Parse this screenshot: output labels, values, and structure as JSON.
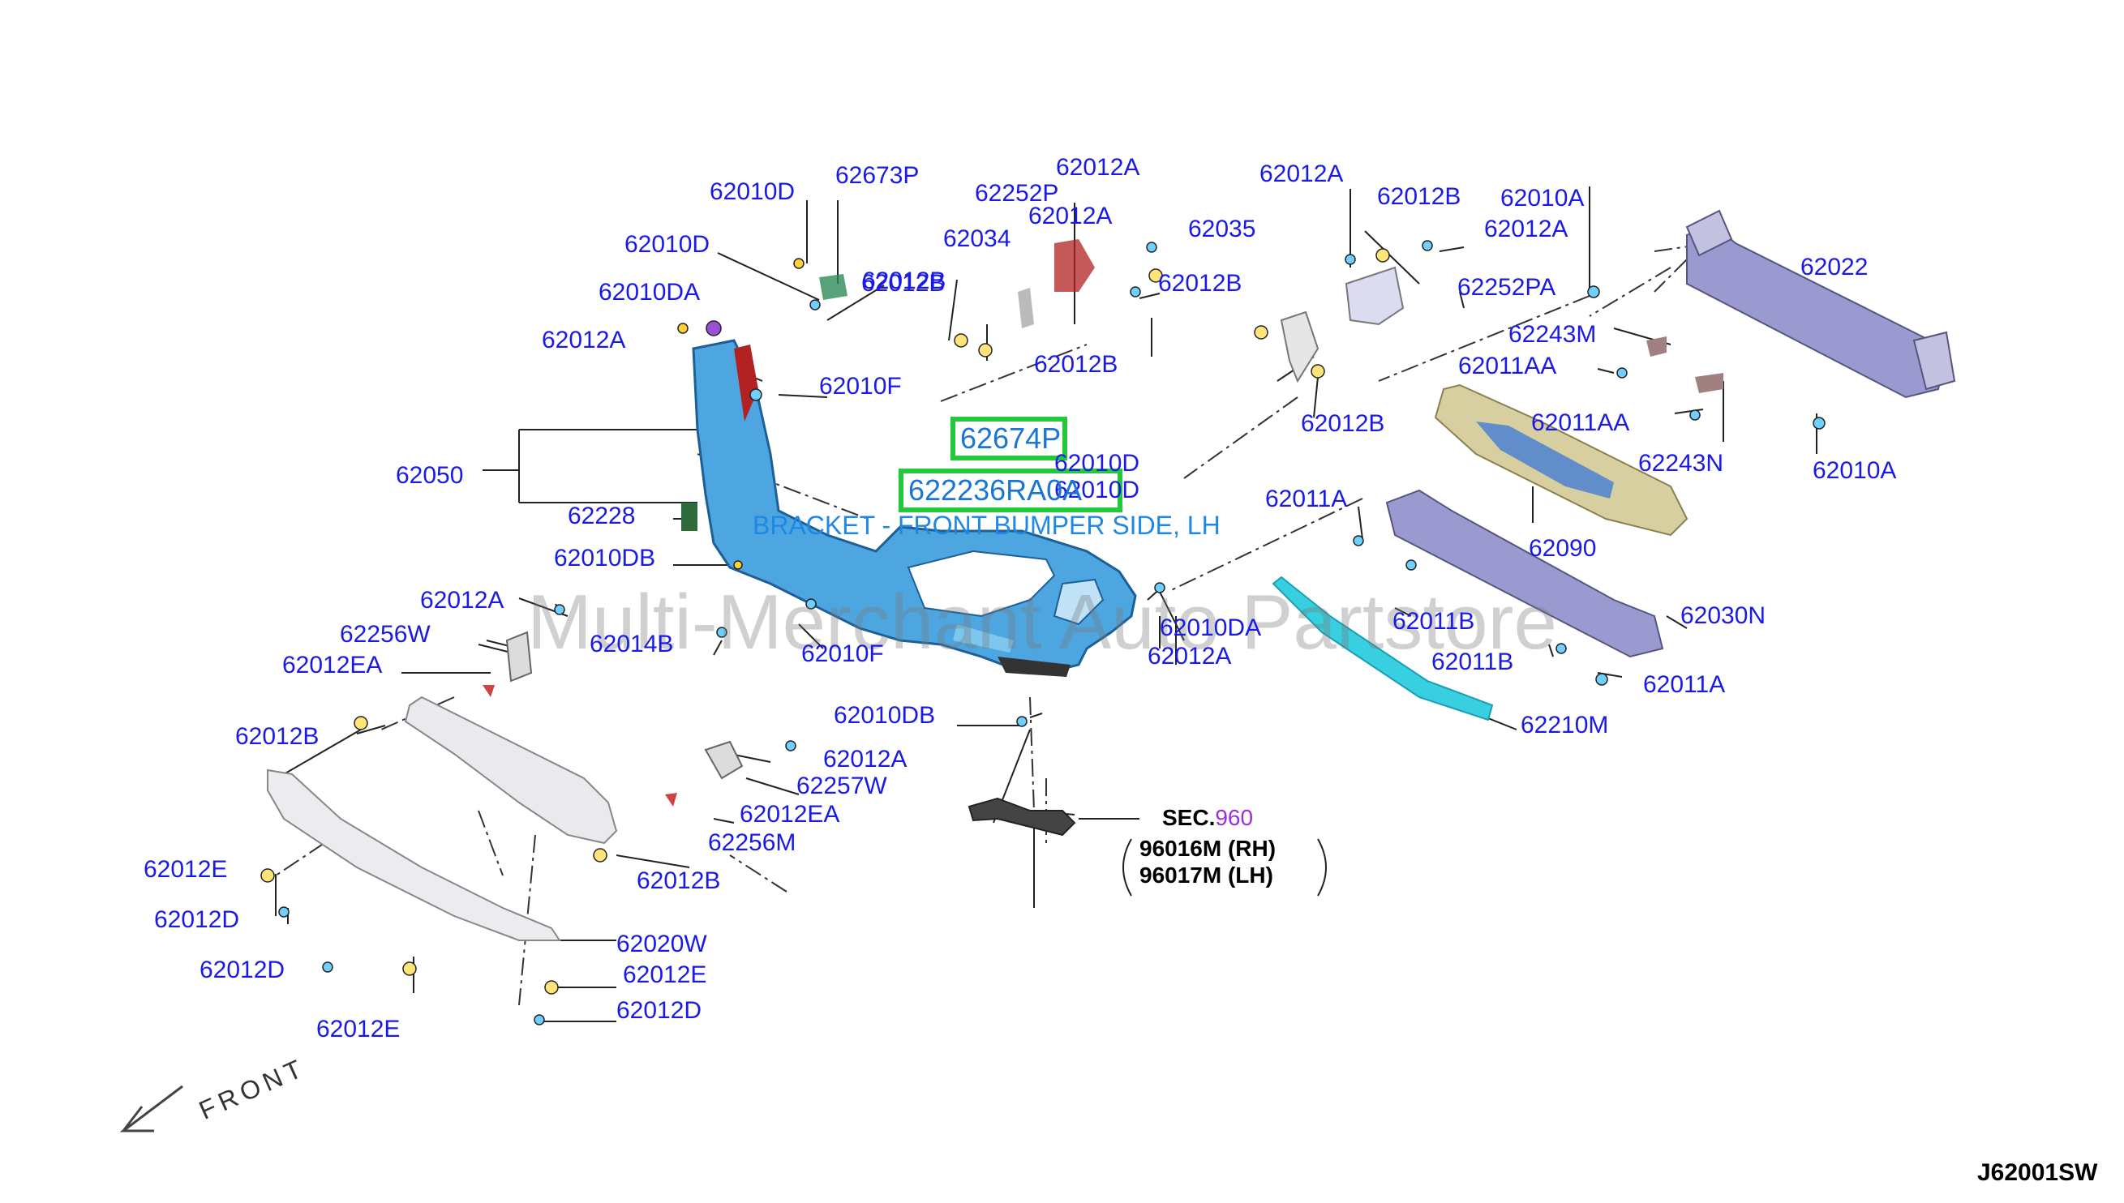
{
  "diagram": {
    "labels": [
      "62010D",
      "62673P",
      "62010D",
      "62010DA",
      "62012B",
      "62012A",
      "62010F",
      "62050",
      "62228",
      "62010DB",
      "62012A",
      "62256W",
      "62012EA",
      "62014B",
      "62010F",
      "62012B",
      "62012E",
      "62012D",
      "62012D",
      "62012E",
      "62020W",
      "62012E",
      "62012D",
      "62012A",
      "62257W",
      "62012EA",
      "62256M",
      "62012B",
      "62010DB",
      "62252P",
      "62012A",
      "62034",
      "62012B",
      "62012A",
      "62012B",
      "62035",
      "62012A",
      "62012B",
      "62012A",
      "62012B",
      "62252PA",
      "62012B",
      "62010A",
      "62022",
      "62243M",
      "62011AA",
      "62011AA",
      "62243N",
      "62010A",
      "62090",
      "62011A",
      "62011B",
      "62011B",
      "62030N",
      "62011A",
      "62210M",
      "62010DA",
      "62012A",
      "62010D",
      "62010D"
    ],
    "highlighted": [
      "62674P",
      "622236RA0A"
    ],
    "caption": "BRACKET - FRONT BUMPER SIDE, LH",
    "section_ref": {
      "prefix": "SEC.",
      "number": "960",
      "rh": "96016M (RH)",
      "lh": "96017M (LH)"
    },
    "front_label": "FRONT",
    "watermark": "Multi-Merchant Auto Partstore",
    "drawing_code": "J62001SW",
    "colors": {
      "label": "#1a1ae6",
      "bumper": "#4ea6e0",
      "highlight_box": "#22c93a",
      "reinforcement": "#8a8ab8",
      "strip": "#38d0e0",
      "absorber": "#d8cfa0"
    }
  }
}
